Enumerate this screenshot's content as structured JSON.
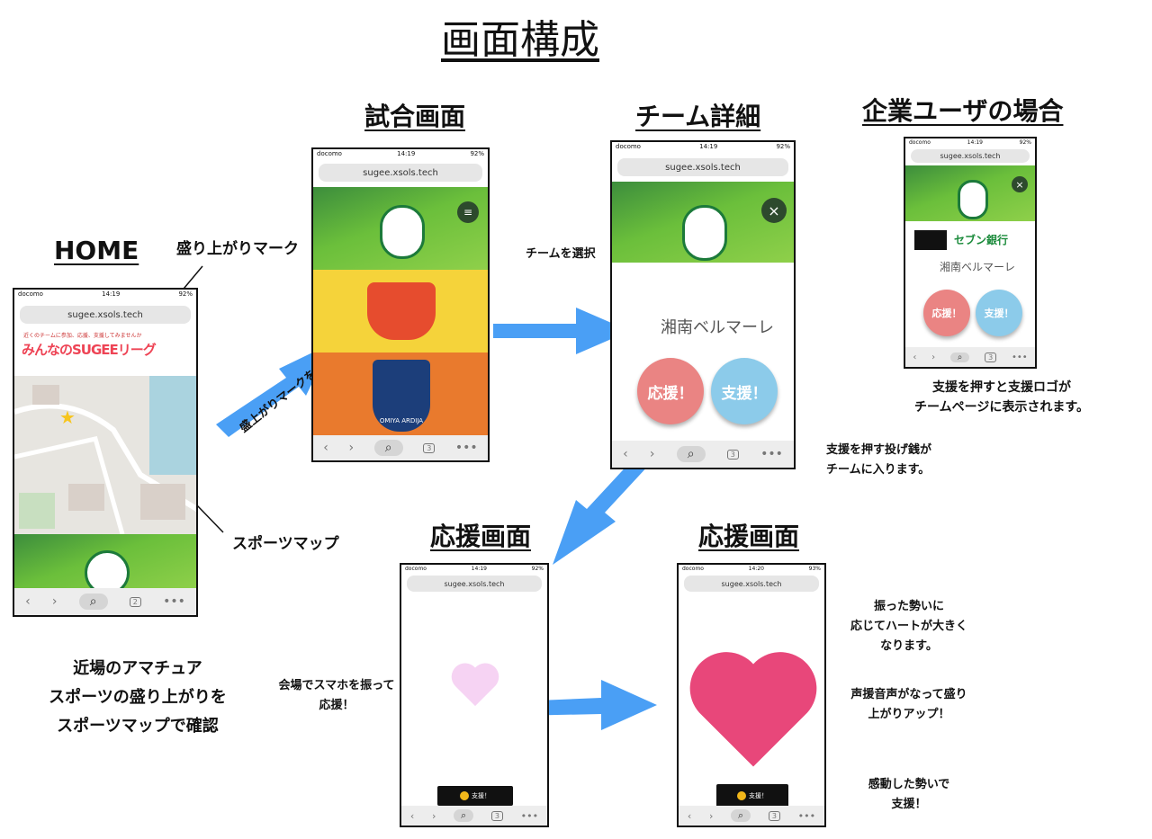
{
  "title": "画面構成",
  "headings": {
    "home": "HOME",
    "match": "試合画面",
    "team": "チーム詳細",
    "corporate": "企業ユーザの場合",
    "cheer1": "応援画面",
    "cheer2": "応援画面"
  },
  "notes": {
    "excitement_mark": "盛り上がりマーク",
    "sports_map": "スポーツマップ",
    "select_mark": "盛上がりマークを選択",
    "select_team": "チームを選択",
    "home_desc_1": "近場のアマチュア",
    "home_desc_2": "スポーツの盛り上がりを",
    "home_desc_3": "スポーツマップで確認",
    "corp_desc_1": "支援を押すと支援ロゴが",
    "corp_desc_2": "チームページに表示されます。",
    "support_desc_1": "支援を押す投げ銭が",
    "support_desc_2": "チームに入ります。",
    "shake_1": "会場でスマホを振って",
    "shake_2": "応援！",
    "right_1a": "振った勢いに",
    "right_1b": "応じてハートが大きく",
    "right_1c": "なります。",
    "right_2a": "声援音声がなって盛り",
    "right_2b": "上がりアップ！",
    "right_3a": "感動した勢いで",
    "right_3b": "支援！"
  },
  "phone": {
    "carrier": "docomo",
    "time_a": "14:19",
    "time_b": "14:20",
    "battery_a": "92%",
    "battery_b": "93%",
    "url": "sugee.xsols.tech",
    "tabs_2": "2",
    "tabs_3": "3",
    "more": "•••",
    "home_logo": "みんなのSUGEEリーグ",
    "home_tagline": "近くのチームに参加、応援、支援してみませんか",
    "team_name": "湘南ベルマーレ",
    "cheer_btn": "応援！",
    "support_btn": "支援！",
    "sponsor_bank": "セブン銀行",
    "crest_text": "OMIYA ARDIJA"
  },
  "colors": {
    "arrow": "#4a9ff5",
    "cheer_red": "#ea8483",
    "support_blue": "#8ccbea",
    "heart_big": "#e8477a",
    "heart_small": "#f6d3f3"
  }
}
